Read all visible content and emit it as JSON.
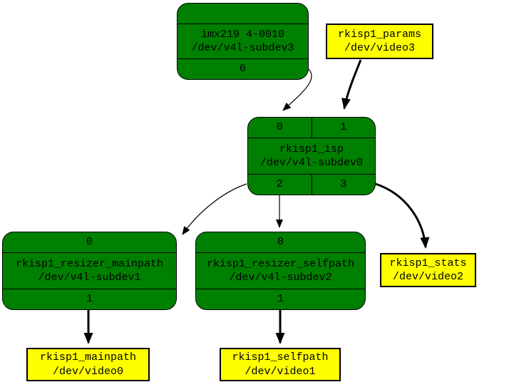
{
  "diagram": {
    "colors": {
      "background": "#ffffff",
      "subdev_fill": "#008000",
      "video_fill": "#ffff00",
      "border": "#000000",
      "edge": "#000000"
    },
    "nodes": {
      "imx219": {
        "kind": "v4l-subdev",
        "line1": "imx219 4-0010",
        "line2": "/dev/v4l-subdev3",
        "bottom_pads": [
          "0"
        ]
      },
      "params": {
        "kind": "video",
        "line1": "rkisp1_params",
        "line2": "/dev/video3"
      },
      "isp": {
        "kind": "v4l-subdev",
        "line1": "rkisp1_isp",
        "line2": "/dev/v4l-subdev0",
        "top_pads": [
          "0",
          "1"
        ],
        "bottom_pads": [
          "2",
          "3"
        ]
      },
      "resizer_mainpath": {
        "kind": "v4l-subdev",
        "line1": "rkisp1_resizer_mainpath",
        "line2": "/dev/v4l-subdev1",
        "top_pads": [
          "0"
        ],
        "bottom_pads": [
          "1"
        ]
      },
      "resizer_selfpath": {
        "kind": "v4l-subdev",
        "line1": "rkisp1_resizer_selfpath",
        "line2": "/dev/v4l-subdev2",
        "top_pads": [
          "0"
        ],
        "bottom_pads": [
          "1"
        ]
      },
      "stats": {
        "kind": "video",
        "line1": "rkisp1_stats",
        "line2": "/dev/video2"
      },
      "mainpath": {
        "kind": "video",
        "line1": "rkisp1_mainpath",
        "line2": "/dev/video0"
      },
      "selfpath": {
        "kind": "video",
        "line1": "rkisp1_selfpath",
        "line2": "/dev/video1"
      }
    },
    "edges": [
      {
        "from": "imx219:0",
        "to": "rkisp1_isp:0",
        "weight": "thin"
      },
      {
        "from": "rkisp1_params",
        "to": "rkisp1_isp:1",
        "weight": "bold"
      },
      {
        "from": "rkisp1_isp:2",
        "to": "rkisp1_resizer_mainpath:0",
        "weight": "thin"
      },
      {
        "from": "rkisp1_isp:2",
        "to": "rkisp1_resizer_selfpath:0",
        "weight": "thin"
      },
      {
        "from": "rkisp1_isp:3",
        "to": "rkisp1_stats",
        "weight": "bold"
      },
      {
        "from": "rkisp1_resizer_mainpath:1",
        "to": "rkisp1_mainpath",
        "weight": "bold"
      },
      {
        "from": "rkisp1_resizer_selfpath:1",
        "to": "rkisp1_selfpath",
        "weight": "bold"
      }
    ]
  }
}
